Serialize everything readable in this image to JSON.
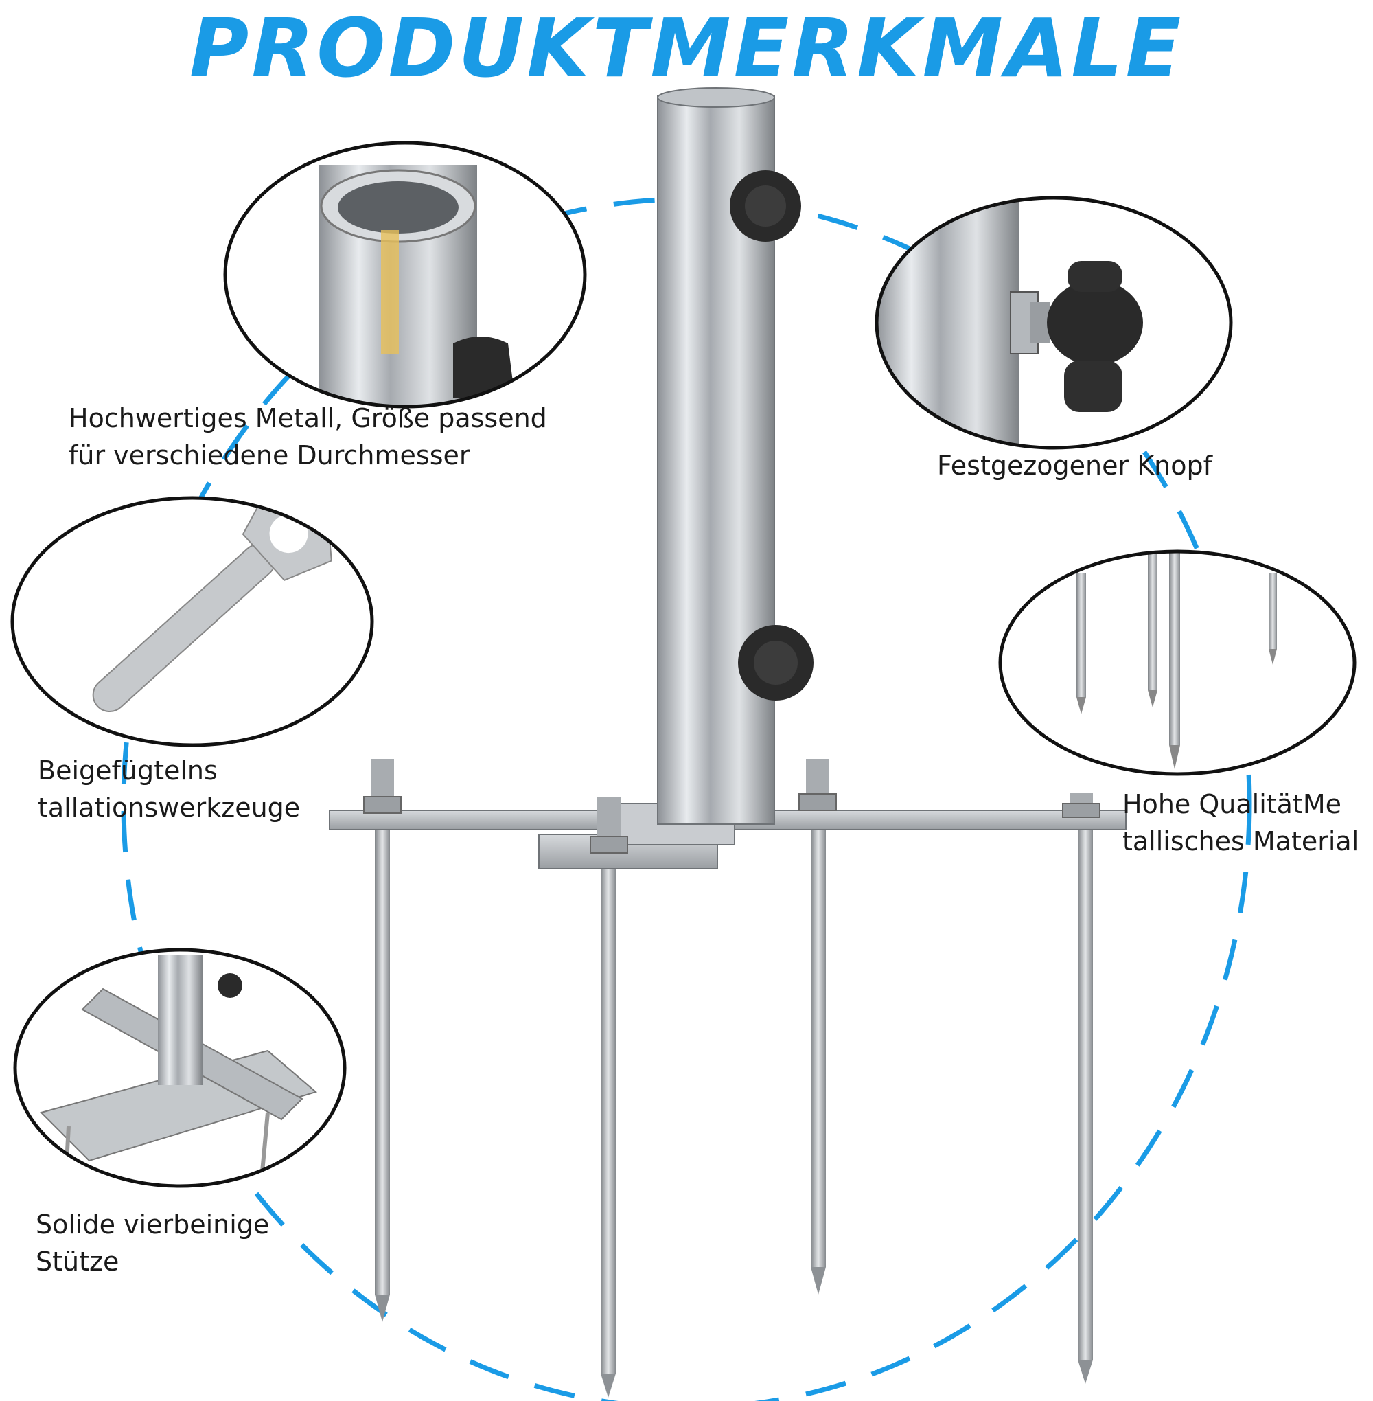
{
  "title": "PRODUKTMERKMALE",
  "colors": {
    "title": "#1a9be6",
    "dashed_circle": "#1a9be6",
    "metal": "#b8bcc0",
    "knob": "#2a2a2a",
    "text": "#1a1a1a"
  },
  "features": [
    {
      "line1": "Hochwertiges Metall, Größe passend",
      "line2": "für verschiedene Durchmesser",
      "icon": "tube-closeup-icon"
    },
    {
      "line1": "Festgezogener Knopf",
      "line2": "",
      "icon": "knob-closeup-icon"
    },
    {
      "line1": "Beigefügtelns",
      "line2": "tallationswerkzeuge",
      "icon": "wrench-icon"
    },
    {
      "line1": "Hohe QualitätMe",
      "line2": "tallisches Material",
      "icon": "spikes-icon"
    },
    {
      "line1": "Solide vierbeinige",
      "line2": "Stütze",
      "icon": "cross-base-icon"
    }
  ]
}
